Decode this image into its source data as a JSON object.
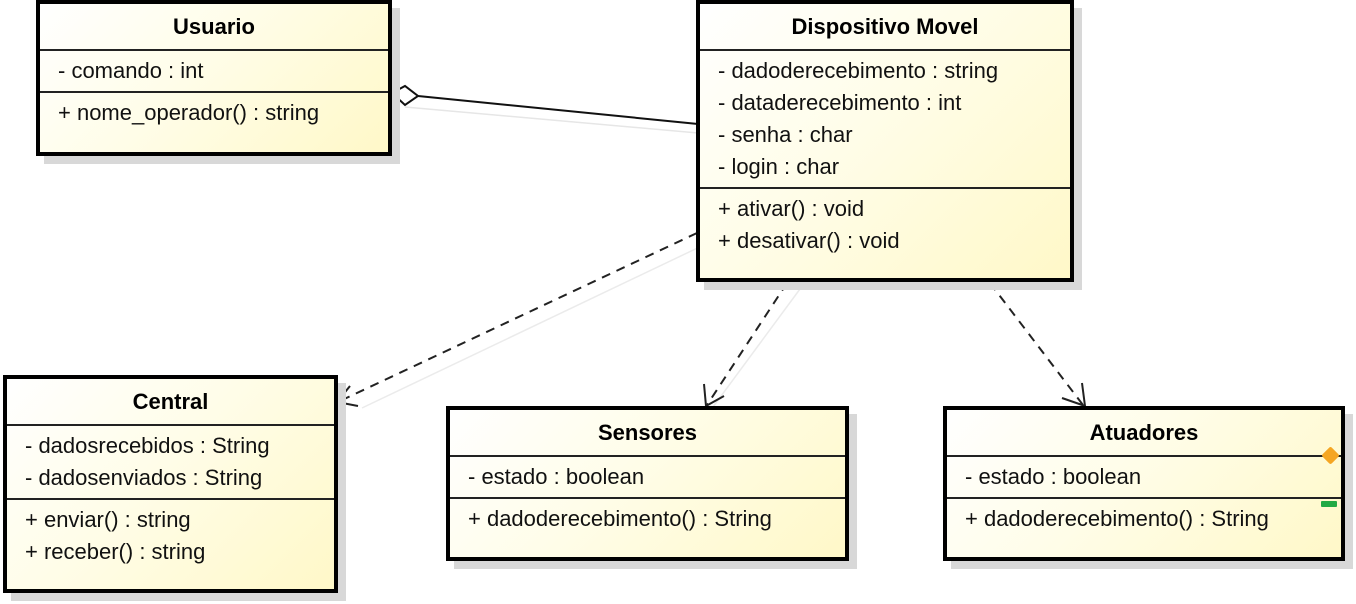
{
  "diagram": {
    "type": "UML class diagram",
    "colors": {
      "box_fill": "#fff8c8",
      "border": "#000000",
      "shadow": "#d8d8d8",
      "marker_orange": "#f5a623",
      "marker_green": "#22aa44"
    },
    "classes": {
      "usuario": {
        "name": "Usuario",
        "attributes": [
          "- comando : int"
        ],
        "methods": [
          "+ nome_operador() : string"
        ]
      },
      "dispositivo": {
        "name": "Dispositivo Movel",
        "attributes": [
          "- dadoderecebimento : string",
          "- dataderecebimento : int",
          "- senha : char",
          "- login : char"
        ],
        "methods": [
          "+ ativar() : void",
          "+ desativar() : void"
        ]
      },
      "central": {
        "name": "Central",
        "attributes": [
          "- dadosrecebidos : String",
          "- dadosenviados : String"
        ],
        "methods": [
          "+ enviar() : string",
          "+ receber() : string"
        ]
      },
      "sensores": {
        "name": "Sensores",
        "attributes": [
          "- estado : boolean"
        ],
        "methods": [
          "+ dadoderecebimento() : String"
        ]
      },
      "atuadores": {
        "name": "Atuadores",
        "attributes": [
          "- estado : boolean"
        ],
        "methods": [
          "+ dadoderecebimento() : String"
        ]
      }
    },
    "relationships": [
      {
        "type": "aggregation",
        "from": "Dispositivo Movel",
        "to": "Usuario"
      },
      {
        "type": "dependency",
        "from": "Dispositivo Movel",
        "to": "Central"
      },
      {
        "type": "dependency",
        "from": "Dispositivo Movel",
        "to": "Sensores"
      },
      {
        "type": "dependency",
        "from": "Dispositivo Movel",
        "to": "Atuadores"
      }
    ]
  }
}
